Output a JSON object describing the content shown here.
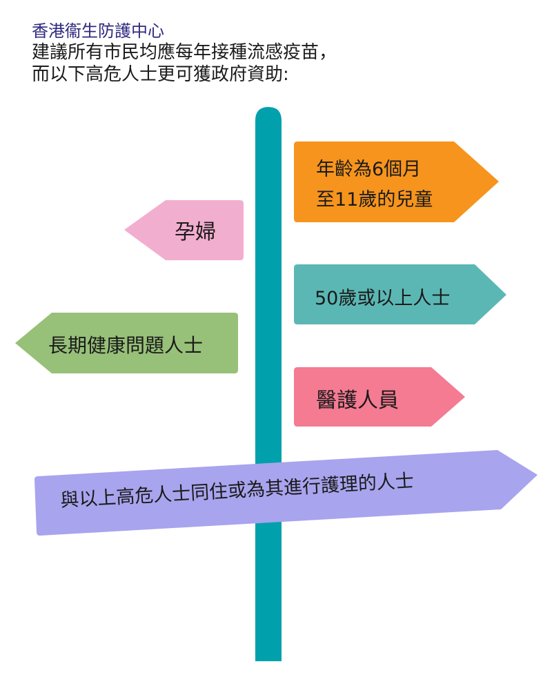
{
  "header": {
    "org": "香港衞生防護中心",
    "line1": "建議所有市民均應每年接種流感疫苗，",
    "line2": "而以下高危人士更可獲政府資助:"
  },
  "colors": {
    "org_text": "#2e2a7f",
    "pole": "#00a0ad",
    "orange": "#f7941d",
    "pink": "#f2aecf",
    "teal": "#5bb7b4",
    "green": "#97c078",
    "rose": "#f47b92",
    "lavender": "#a8a4ee"
  },
  "signs": {
    "children_line1": "年齡為6個月",
    "children_line2": "至11歲的兒童",
    "pregnant": "孕婦",
    "age50": "50歲或以上人士",
    "chronic": "長期健康問題人士",
    "healthcare": "醫護人員",
    "household": "與以上高危人士同住或為其進行護理的人士"
  }
}
